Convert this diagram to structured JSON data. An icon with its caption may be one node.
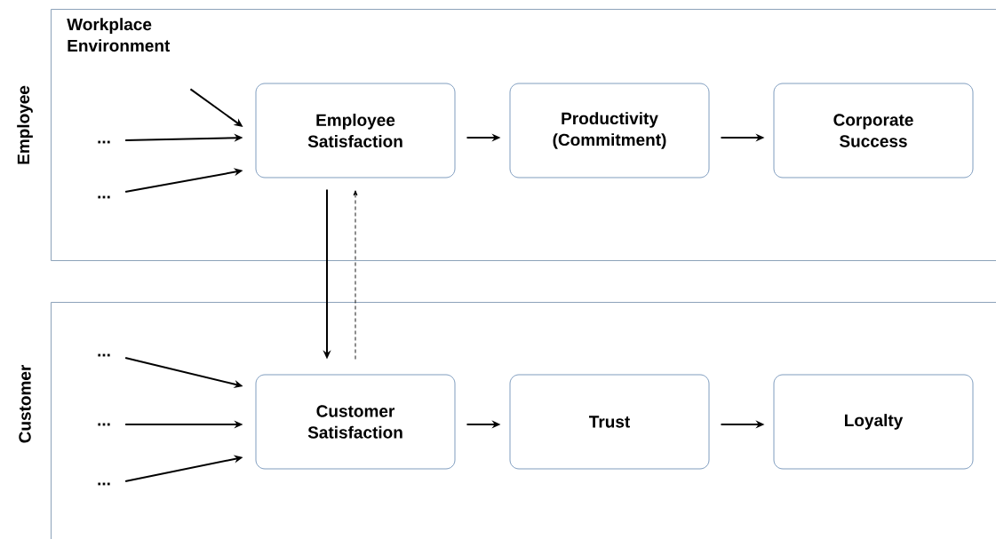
{
  "diagram": {
    "nodes": [
      {
        "text": [
          "Employee"
        ]
      },
      {
        "text": [
          "Workplace Environment"
        ],
        "in": 0
      },
      {
        "text": [
          "..."
        ],
        "in": 0
      },
      {
        "text": [
          "..."
        ],
        "in": 0
      },
      {
        "text": [
          "Employee Satisfaction"
        ],
        "in": 0
      },
      {
        "text": [
          "Productivity (Commitment)"
        ],
        "in": 0
      },
      {
        "text": [
          "Corporate Success"
        ],
        "in": 0
      },
      {
        "text": [
          "Customer"
        ]
      },
      {
        "text": [
          "..."
        ],
        "in": 7
      },
      {
        "text": [
          "..."
        ],
        "in": 7
      },
      {
        "text": [
          "..."
        ],
        "in": 7
      },
      {
        "text": [
          "Customer Satisfaction"
        ],
        "in": 7
      },
      {
        "text": [
          "Trust"
        ],
        "in": 7
      },
      {
        "text": [
          "Loyalty"
        ],
        "in": 7
      }
    ],
    "edges": [
      {
        "from": 1,
        "to": 4,
        "arrow": "to"
      },
      {
        "from": 2,
        "to": 4,
        "arrow": "to"
      },
      {
        "from": 3,
        "to": 4,
        "arrow": "to"
      },
      {
        "from": 4,
        "to": 5,
        "arrow": "to"
      },
      {
        "from": 5,
        "to": 6,
        "arrow": "to"
      },
      {
        "from": 4,
        "to": 11,
        "arrow": "to"
      },
      {
        "from": 11,
        "to": 4,
        "arrow": "to",
        "style": "dashed"
      },
      {
        "from": 8,
        "to": 11,
        "arrow": "to"
      },
      {
        "from": 9,
        "to": 11,
        "arrow": "to"
      },
      {
        "from": 10,
        "to": 11,
        "arrow": "to"
      },
      {
        "from": 11,
        "to": 12,
        "arrow": "to"
      },
      {
        "from": 12,
        "to": 13,
        "arrow": "to"
      }
    ]
  }
}
